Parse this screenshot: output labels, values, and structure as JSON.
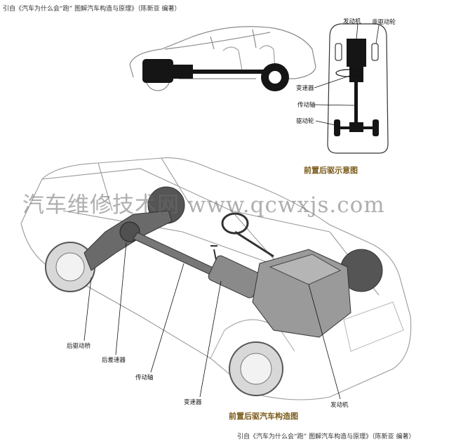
{
  "citation_top": "引自《汽车为什么会“跑”  图解汽车构造与原理》（陈新亚 编著）",
  "citation_bottom": "引自《汽车为什么会“跑”  图解汽车构造与原理》（陈新亚 编著）",
  "schematic": {
    "caption": "前置后驱示意图",
    "labels": {
      "engine": "发动机",
      "non_drive_wheel": "非驱动轮",
      "transmission": "变速器",
      "drive_shaft": "传动轴",
      "drive_wheel": "驱动轮"
    }
  },
  "watermark": "汽车维修技术网  www.qcwxjs.com",
  "main_figure": {
    "caption": "前置后驱汽车构造图",
    "labels": {
      "rear_drive_axle": "后驱动桥",
      "rear_differential": "后差速器",
      "drive_shaft": "传动轴",
      "transmission": "变速器",
      "engine": "发动机"
    }
  },
  "colors": {
    "caption": "#7a5a1a",
    "drivetrain": "#111111",
    "outline": "#9a9a9a"
  }
}
